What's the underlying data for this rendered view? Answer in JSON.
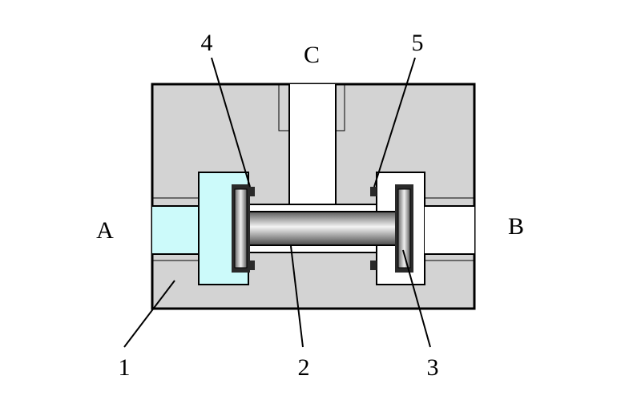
{
  "ports": {
    "a": "A",
    "b": "B",
    "c": "C"
  },
  "callouts": {
    "n1": "1",
    "n2": "2",
    "n3": "3",
    "n4": "4",
    "n5": "5"
  },
  "colors": {
    "body": "#d3d3d3",
    "fluid": "#ccfafa",
    "seal": "#2a2a2a",
    "outline": "#000000",
    "background": "#ffffff"
  }
}
